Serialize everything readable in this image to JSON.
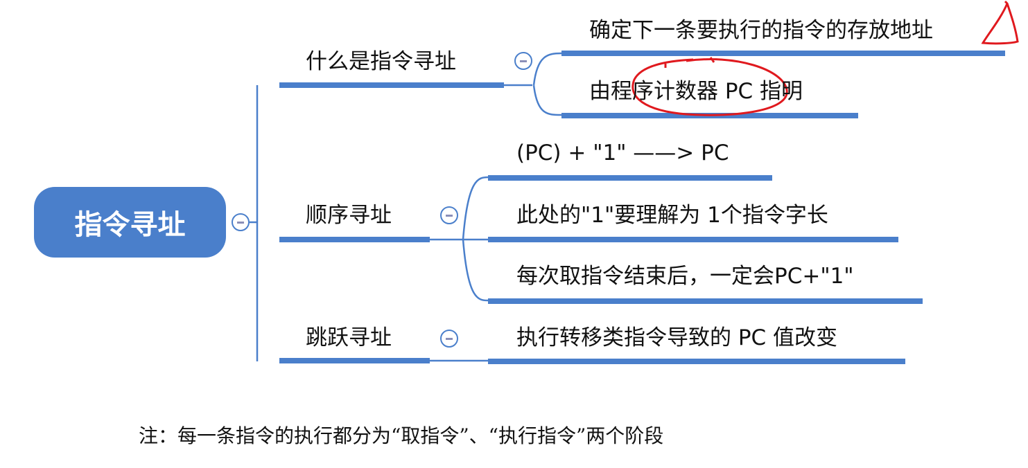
{
  "root": {
    "label": "指令寻址"
  },
  "branches": [
    {
      "label": "什么是指令寻址",
      "children": [
        "确定下一条要执行的指令的存放地址",
        "由程序计数器 PC 指明"
      ]
    },
    {
      "label": "顺序寻址",
      "children": [
        "(PC) + \"1\" ——> PC",
        "此处的\"1\"要理解为 1个指令字长",
        "每次取指令结束后，一定会PC+\"1\""
      ]
    },
    {
      "label": "跳跃寻址",
      "children": [
        "执行转移类指令导致的 PC 值改变"
      ]
    }
  ],
  "note": "注：每一条指令的执行都分为“取指令”、“执行指令”两个阶段",
  "colors": {
    "accent": "#4a7fcb",
    "annotation": "#e0191e"
  }
}
